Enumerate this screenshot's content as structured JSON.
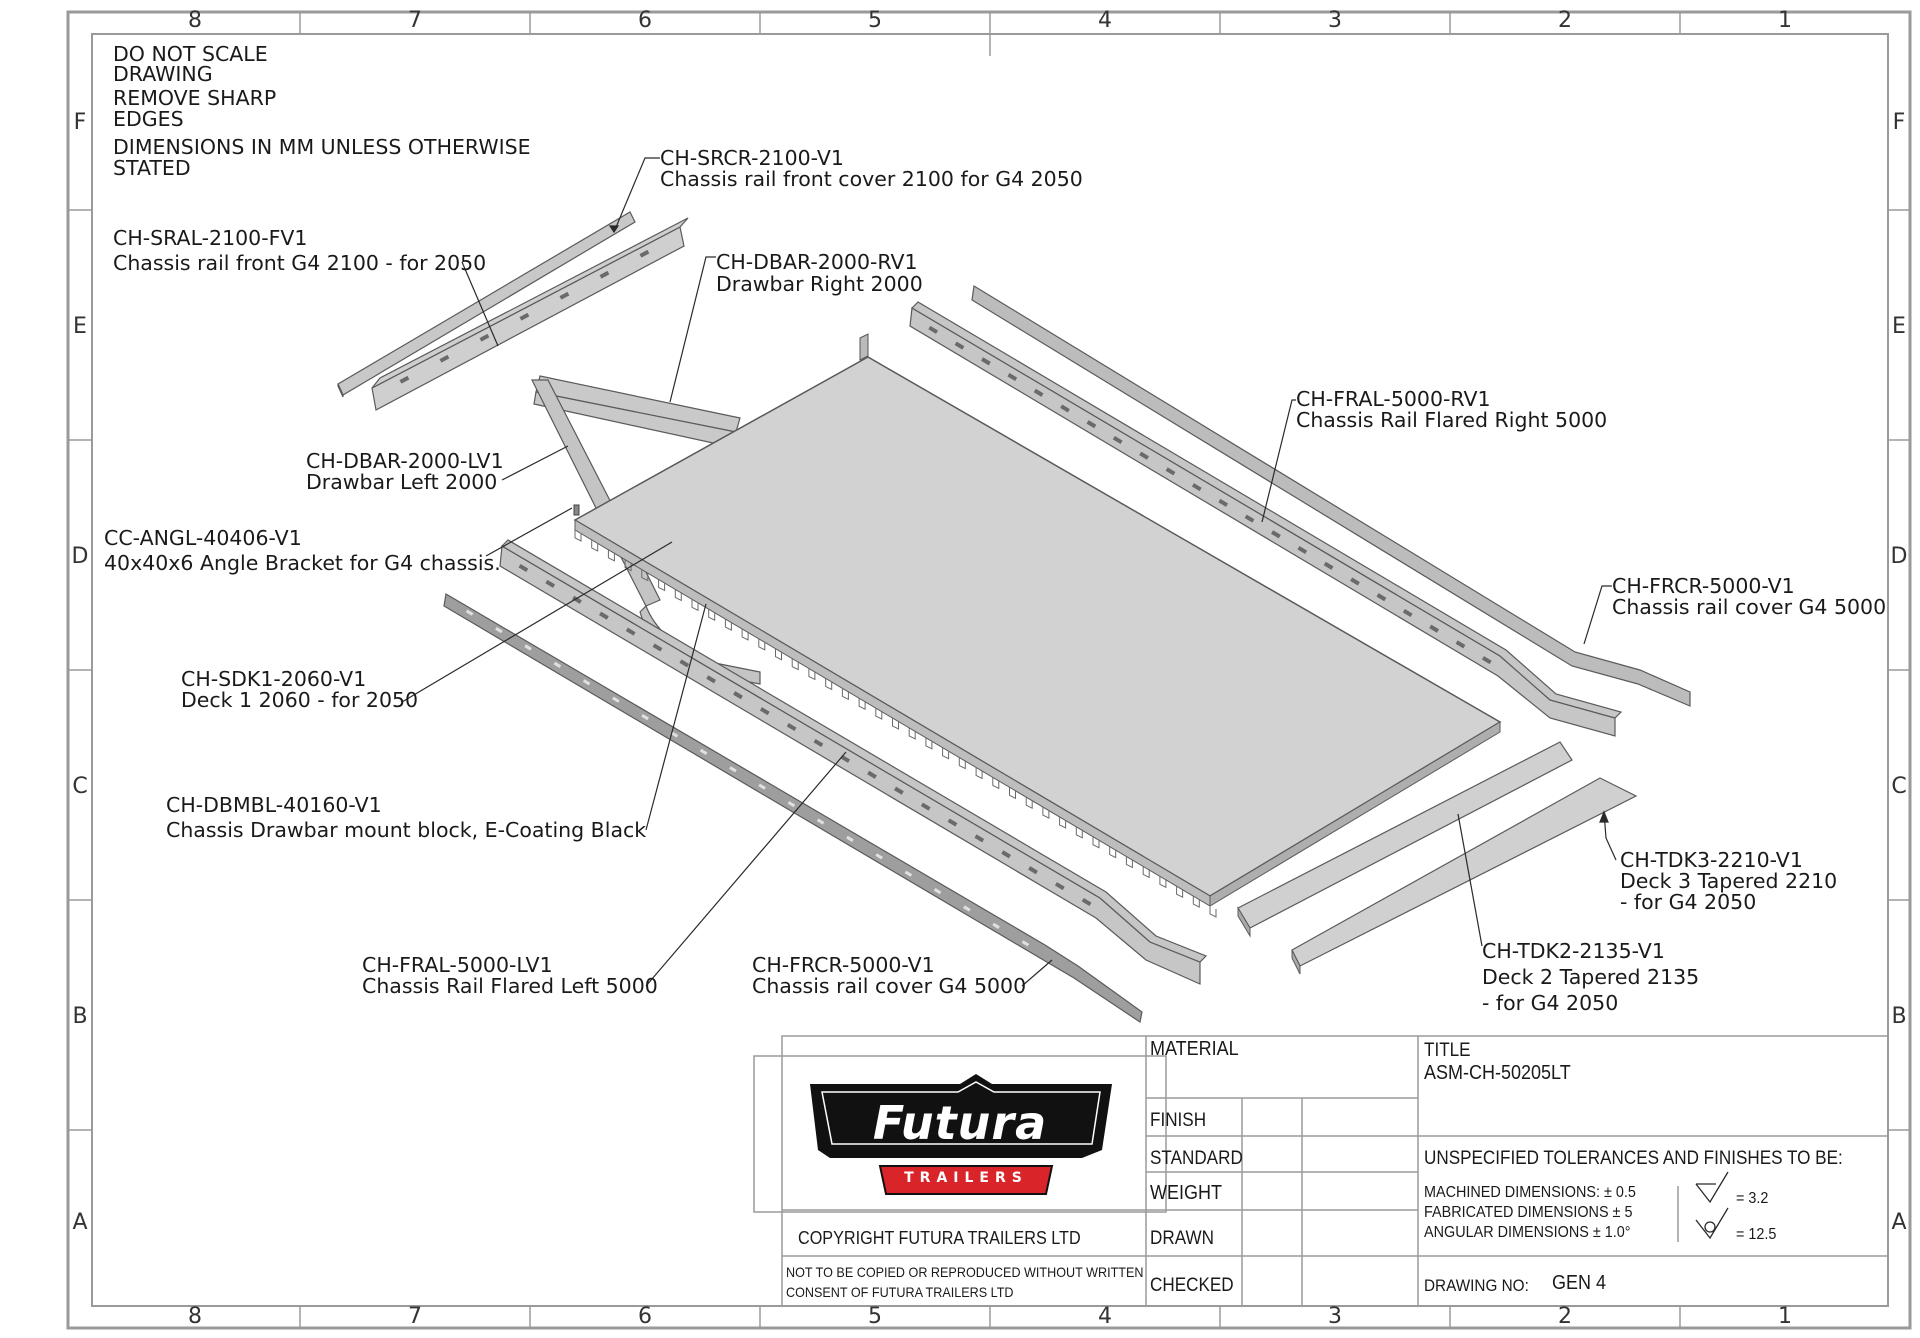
{
  "zones": {
    "columns": [
      "8",
      "7",
      "6",
      "5",
      "4",
      "3",
      "2",
      "1"
    ],
    "rows": [
      "F",
      "E",
      "D",
      "C",
      "B",
      "A"
    ]
  },
  "notes": [
    "DO NOT SCALE",
    "DRAWING",
    "REMOVE SHARP",
    "EDGES",
    "DIMENSIONS IN MM UNLESS OTHERWISE",
    "STATED"
  ],
  "parts": [
    {
      "code": "CH-SRCR-2100-V1",
      "desc": "Chassis rail front cover 2100 for G4 2050"
    },
    {
      "code": "CH-SRAL-2100-FV1",
      "desc": "Chassis rail front G4 2100 - for 2050"
    },
    {
      "code": "CH-DBAR-2000-RV1",
      "desc": "Drawbar Right 2000"
    },
    {
      "code": "CH-FRAL-5000-RV1",
      "desc": "Chassis Rail Flared Right 5000"
    },
    {
      "code": "CH-DBAR-2000-LV1",
      "desc": "Drawbar Left 2000"
    },
    {
      "code": "CC-ANGL-40406-V1",
      "desc": "40x40x6 Angle Bracket for G4 chassis."
    },
    {
      "code": "CH-FRCR-5000-V1",
      "desc": "Chassis rail cover G4 5000"
    },
    {
      "code": "CH-SDK1-2060-V1",
      "desc": "Deck 1 2060 - for 2050"
    },
    {
      "code": "CH-DBMBL-40160-V1",
      "desc": "Chassis Drawbar mount block, E-Coating Black"
    },
    {
      "code": "CH-TDK3-2210-V1",
      "desc": "Deck 3 Tapered 2210",
      "desc2": "- for G4 2050"
    },
    {
      "code": "CH-FRAL-5000-LV1",
      "desc": "Chassis Rail Flared Left 5000"
    },
    {
      "code": "CH-FRCR-5000-V1",
      "desc": "Chassis rail cover G4 5000"
    },
    {
      "code": "CH-TDK2-2135-V1",
      "desc": "Deck 2 Tapered 2135",
      "desc2": "- for G4 2050"
    }
  ],
  "title_block": {
    "material_label": "MATERIAL",
    "title_label": "TITLE",
    "title_value": "ASM-CH-50205LT",
    "finish_label": "FINISH",
    "standard_label": "STANDARD",
    "weight_label": "WEIGHT",
    "drawn_label": "DRAWN",
    "checked_label": "CHECKED",
    "tolerance_heading": "UNSPECIFIED TOLERANCES AND FINISHES TO BE:",
    "machined": "MACHINED DIMENSIONS: ± 0.5",
    "fabricated": "FABRICATED DIMENSIONS ± 5",
    "angular": "ANGULAR DIMENSIONS ± 1.0°",
    "roughness_1": "= 3.2",
    "roughness_2": "= 12.5",
    "drawing_no_label": "DRAWING NO:",
    "drawing_no_value": "GEN 4",
    "copyright": "COPYRIGHT FUTURA TRAILERS LTD",
    "disclaimer_1": "NOT TO BE COPIED OR REPRODUCED WITHOUT WRITTEN",
    "disclaimer_2": "CONSENT OF FUTURA TRAILERS LTD"
  },
  "logo": {
    "brand": "Futura",
    "sub": "TRAILERS",
    "accent_color": "#d9252a",
    "dark_color": "#111111"
  },
  "colors": {
    "border": "#9a9a9a",
    "part_fill": "#c8c8c8",
    "part_stroke": "#5a5a5a",
    "deck_fill": "#d2d2d2"
  }
}
